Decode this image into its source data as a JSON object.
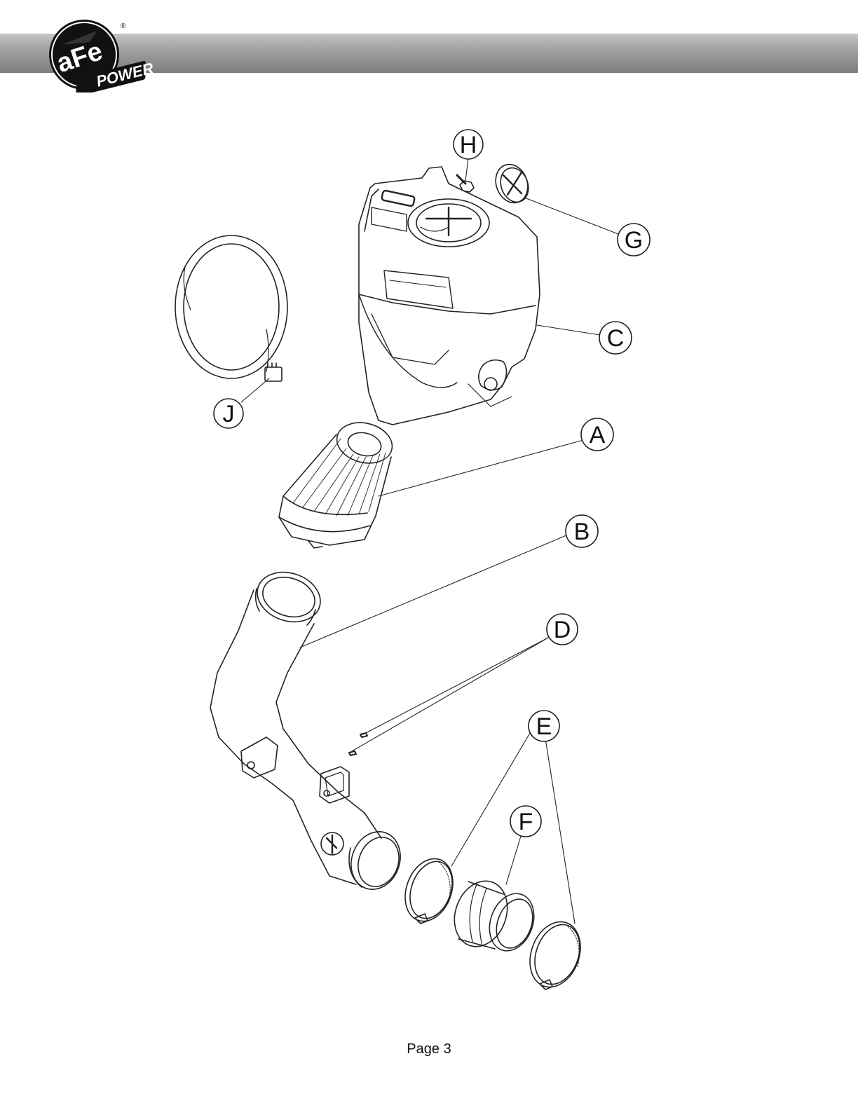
{
  "brand": {
    "logo_main": "aFe",
    "logo_sub": "POWER",
    "registered": "®",
    "colors": {
      "header_top": "#c4c4c4",
      "header_bottom": "#7c7c7c",
      "logo_black": "#111111"
    }
  },
  "callouts": {
    "H": "H",
    "G": "G",
    "C": "C",
    "J": "J",
    "A": "A",
    "B": "B",
    "D": "D",
    "E": "E",
    "F": "F"
  },
  "footer": {
    "page": "Page 3"
  }
}
